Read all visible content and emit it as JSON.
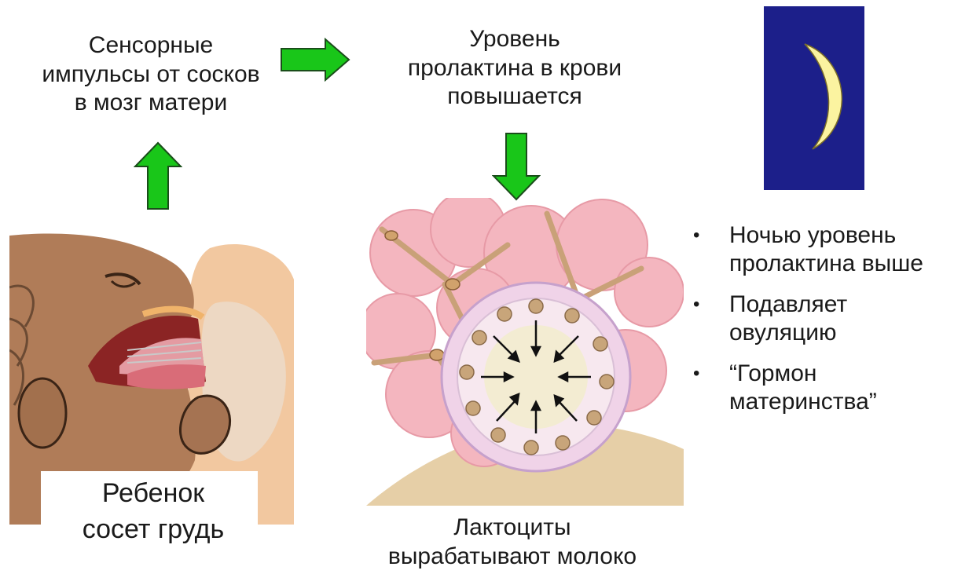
{
  "labels": {
    "sensory_line1": "Сенсорные",
    "sensory_line2": "импульсы от сосков",
    "sensory_line3": "в мозг матери",
    "prolactin_line1": "Уровень",
    "prolactin_line2": "пролактина в крови",
    "prolactin_line3": "повышается",
    "lactocytes_line1": "Лактоциты",
    "lactocytes_line2": "вырабатывают молоко",
    "baby_line1": "Ребенок",
    "baby_line2": "сосет грудь"
  },
  "facts": [
    {
      "bullet": "•",
      "line1": "Ночью уровень",
      "line2": "пролактина выше"
    },
    {
      "bullet": "•",
      "line1": "Подавляет",
      "line2": "овуляцию"
    },
    {
      "bullet": "•",
      "line1": "“Гормон",
      "line2": "материнства”"
    }
  ],
  "icons": {
    "arrows": "green-block-arrow",
    "night": "crescent-moon-icon"
  },
  "colors": {
    "arrow_fill": "#19c619",
    "arrow_stroke": "#1a4d1a",
    "night_panel": "#1c1f8a",
    "moon": "#fbf3a0",
    "alveoli": "#f4b6bf",
    "lumen": "#f3ecd2"
  }
}
